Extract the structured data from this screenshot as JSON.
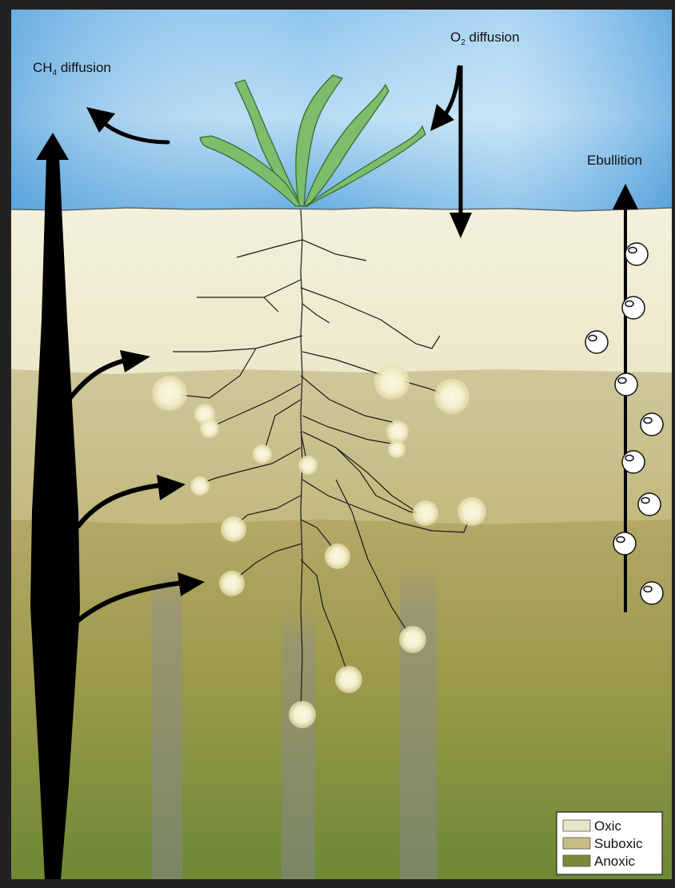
{
  "labels": {
    "ch4_main": "CH",
    "ch4_sub": "4",
    "ch4_rest": " diffusion",
    "o2_main": "O",
    "o2_sub": "2",
    "o2_rest": " diffusion",
    "ebullition": "Ebullition"
  },
  "legend": {
    "items": [
      {
        "label": "Oxic",
        "color": "#e8e5c8"
      },
      {
        "label": "Suboxic",
        "color": "#c6bd85"
      },
      {
        "label": "Anoxic",
        "color": "#7a8a3a"
      }
    ]
  },
  "colors": {
    "sky_top": "#a9d2ee",
    "sky_bottom": "#5aa8e0",
    "oxic": "#f1eed7",
    "suboxic": "#c9c08a",
    "anoxic_top": "#a8a55a",
    "anoxic_bottom": "#6f8a33",
    "plant": "#7fbf6a",
    "arrow": "#000000"
  }
}
